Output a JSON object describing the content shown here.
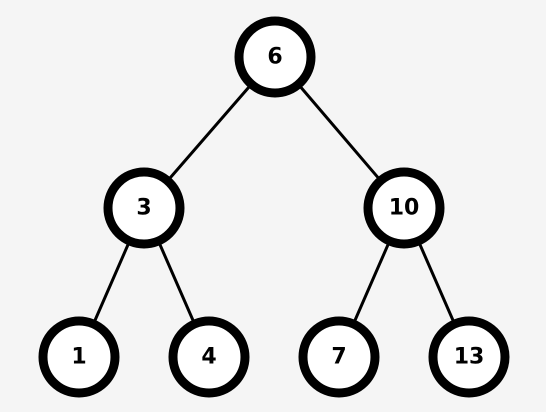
{
  "colors": {
    "background": "#f5f5f5",
    "node_fill": "#ffffff",
    "node_stroke": "#000000",
    "edge": "#000000",
    "label": "#000000"
  },
  "tree": {
    "nodes": [
      {
        "id": "n6",
        "label": "6"
      },
      {
        "id": "n3",
        "label": "3"
      },
      {
        "id": "n10",
        "label": "10"
      },
      {
        "id": "n1",
        "label": "1"
      },
      {
        "id": "n4",
        "label": "4"
      },
      {
        "id": "n7",
        "label": "7"
      },
      {
        "id": "n13",
        "label": "13"
      }
    ],
    "edges": [
      {
        "from": "n6",
        "to": "n3"
      },
      {
        "from": "n6",
        "to": "n10"
      },
      {
        "from": "n3",
        "to": "n1"
      },
      {
        "from": "n3",
        "to": "n4"
      },
      {
        "from": "n10",
        "to": "n7"
      },
      {
        "from": "n10",
        "to": "n13"
      }
    ]
  }
}
